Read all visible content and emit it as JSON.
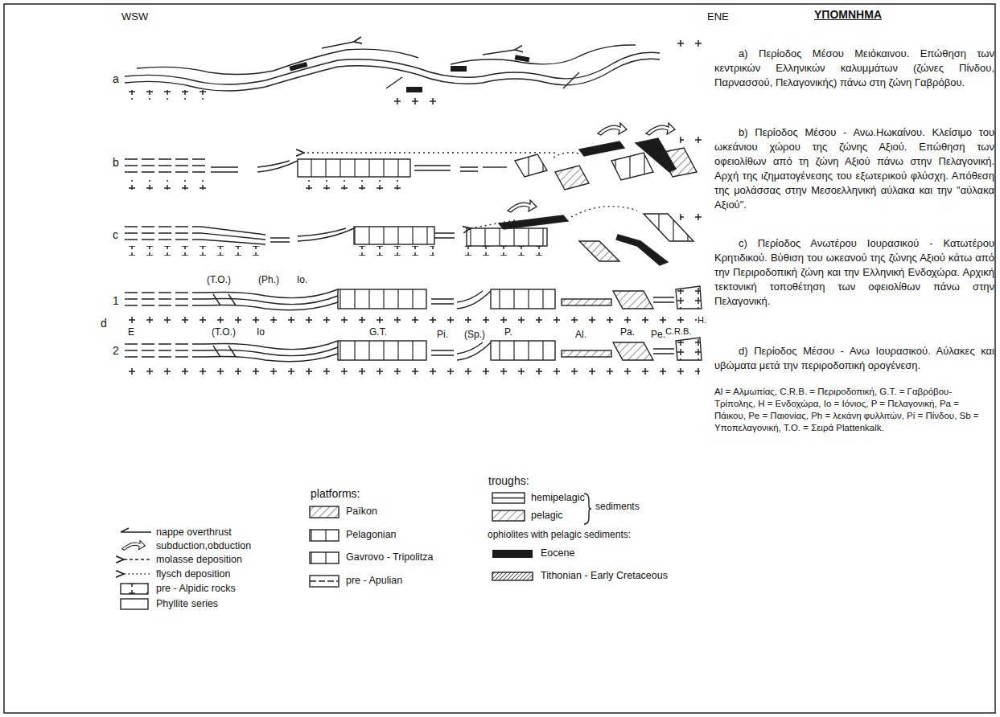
{
  "diagram": {
    "title": "ΥΠΟΜΝΗΜΑ",
    "labels": [
      "WSW",
      "ENE",
      "a",
      "b",
      "c",
      "1",
      "d",
      "2",
      "(T.O.)",
      "(Ph.)",
      "Io.",
      "E",
      "(T.O.)",
      "Io",
      "G.T.",
      "Pi.",
      "(Sp.)",
      "P.",
      "Al.",
      "Pa.",
      "Pe.",
      "C.R.B.",
      "H.",
      "a) Περίοδος Μέσου Μειόκαινου. Επώθηση των κεντρικών Ελληνικών καλυμμάτων (ζώνες Πίνδου, Παρνασσού, Πελαγονικής) πάνω στη ζώνη Γαβρόβου.",
      "b) Περίοδος Μέσου - Ανω.Ηωκαίνου. Κλείσιμο του ωκεάνιου χώρου της ζώνης Αξιού. Επώθηση των οφειολίθων από τη ζώνη Αξιού πάνω στην Πελαγονική. Αρχή της ιζηματογένεσης του εξωτερικού φλύσχη. Απόθεση της μολάσσας στην Μεσοελληνική αύλακα και την \"αύλακα Αξιού\".",
      "c) Περίοδος Ανωτέρου Ιουρασικού - Κατωτέρου Κρητιδικού. Βύθιση του ωκεανού της ζώνης Αξιού κάτω από την Περιροδοπική ζώνη και την Ελληνική Ενδοχώρα. Αρχική τεκτονική τοποθέτηση των οφειολίθων πάνω στην Πελαγονική.",
      "d) Περίοδος Μέσου - Ανω Ιουρασικού. Αύλακες και υβώματα μετά την περιροδοπική ορογένεση.",
      "Al = Αλμωπίας, C.R.B. = Περιροδοπική, G.T. = Γαβρόβου-Τρίπολης, H = Ενδοχώρα, Io = Ιόνιος, P = Πελαγονική, Pa = Πάικου, Pe = Παιονίας, Ph = λεκάνη φυλλιτών, Pi = Πίνδου, Sb = Υποπελαγονική, T.O. = Σειρά Plattenkalk.",
      "platforms:",
      "troughs:",
      "sediments",
      "ophiolites with pelagic sediments:"
    ],
    "legend": [
      {
        "text": "nappe overthrust"
      },
      {
        "text": "subduction,obduction"
      },
      {
        "text": "molasse deposition"
      },
      {
        "text": "flysch deposition"
      },
      {
        "text": "pre - Alpidic rocks"
      },
      {
        "text": "Phyllite series"
      },
      {
        "text": "Païkon"
      },
      {
        "text": "Pelagonian"
      },
      {
        "text": "Gavrovo - Tripolitza"
      },
      {
        "text": "pre - Apulian"
      },
      {
        "text": "hemipelagic"
      },
      {
        "text": "pelagic"
      },
      {
        "text": "Eocene",
        "color": "#1a1a1a"
      },
      {
        "text": "Tithonian - Early Cretaceous"
      }
    ]
  }
}
